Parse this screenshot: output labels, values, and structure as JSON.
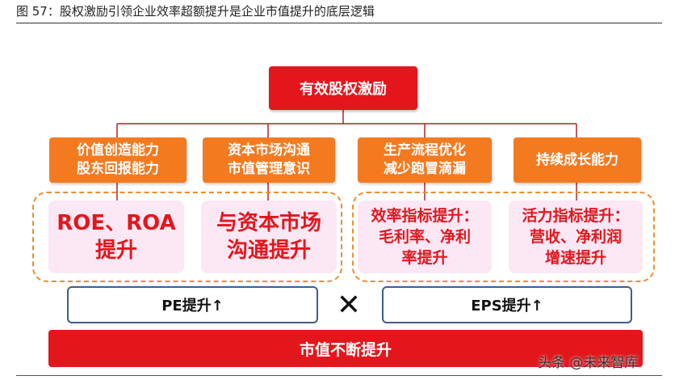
{
  "caption": "图 57：股权激励引领企业效率超额提升是企业市值提升的底层逻辑",
  "top_box": "有效股权激励",
  "drivers": [
    "价值创造能力\n股东回报能力",
    "资本市场沟通\n市值管理意识",
    "生产流程优化\n减少跑冒滴漏",
    "持续成长能力"
  ],
  "outcomes": [
    "ROE、ROA\n提升",
    "与资本市场\n沟通提升",
    "效率指标提升：\n毛利率、净利\n率提升",
    "活力指标提升：\n营收、净利润\n增速提升"
  ],
  "pe_label": "PE提升↑",
  "multiply_symbol": "✕",
  "eps_label": "EPS提升↑",
  "bottom_label": "市值不断提升",
  "watermark": "头条 @未来智库",
  "colors": {
    "red": "#e3161c",
    "orange": "#f47a20",
    "pink_fill": "#fce7f5",
    "dashed_border": "#f28a2e",
    "outline_border": "#3f5d8a"
  }
}
